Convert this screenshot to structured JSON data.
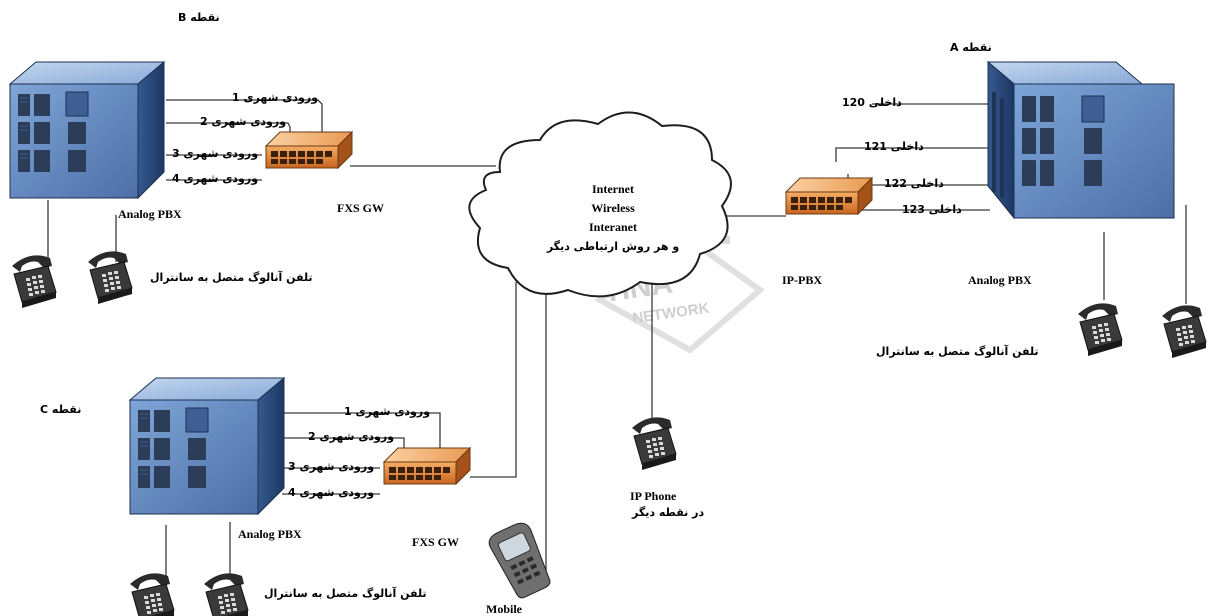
{
  "colors": {
    "pbx_front": "#5e86be",
    "pbx_side": "#27487a",
    "pbx_top": "#9dbbe3",
    "gateway": "#e88a3c",
    "phone": "#2a2a2a",
    "cloud_stroke": "#222222",
    "watermark": "#b0b0b0",
    "line": "#333333"
  },
  "sites": {
    "b": {
      "title": "نقطه B",
      "pbx_label": "Analog PBX",
      "gateway_label": "FXS GW",
      "lines": [
        "ورودی شهری 1",
        "ورودی شهری 2",
        "ورودی شهری 3",
        "ورودی شهری 4"
      ],
      "phones_caption": "تلفن آنالوگ متصل به سانترال"
    },
    "a": {
      "title": "نقطه A",
      "pbx_label": "Analog PBX",
      "gateway_label": "IP-PBX",
      "extensions": [
        "داخلی 120",
        "داخلی 121",
        "داخلی 122",
        "داخلی 123"
      ],
      "phones_caption": "تلفن آنالوگ متصل به سانترال"
    },
    "c": {
      "title": "نقطه C",
      "pbx_label": "Analog PBX",
      "gateway_label": "FXS GW",
      "lines": [
        "ورودی شهری 1",
        "ورودی شهری 2",
        "ورودی شهری 3",
        "ورودی شهری 4"
      ],
      "phones_caption": "تلفن آنالوگ متصل به سانترال"
    }
  },
  "cloud": {
    "lines": [
      "Internet",
      "Wireless",
      "Interanet",
      "و هر روش ارتباطی دیگر"
    ]
  },
  "ip_phone": {
    "label": "IP Phone",
    "sublabel": "در نقطه دیگر"
  },
  "mobile": {
    "label": "Mobile"
  },
  "watermark": {
    "line1": "TINA",
    "line2": "NETWORK"
  }
}
